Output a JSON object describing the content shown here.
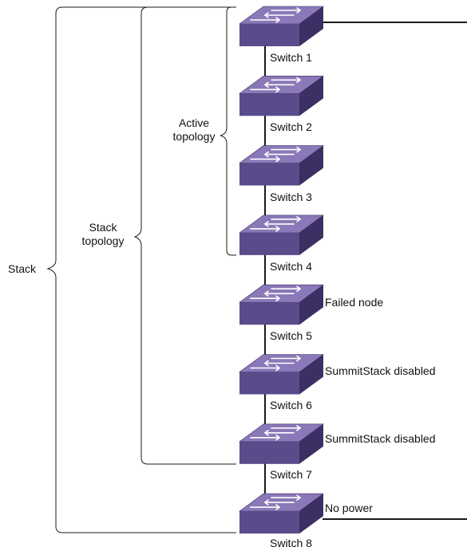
{
  "groups": {
    "active": {
      "line1": "Active",
      "line2": "topology"
    },
    "stack_topology": {
      "line1": "Stack",
      "line2": "topology"
    },
    "stack": {
      "label": "Stack"
    }
  },
  "switches": [
    {
      "name": "Switch 1",
      "status": ""
    },
    {
      "name": "Switch 2",
      "status": ""
    },
    {
      "name": "Switch 3",
      "status": ""
    },
    {
      "name": "Switch 4",
      "status": ""
    },
    {
      "name": "Switch 5",
      "status": "Failed node"
    },
    {
      "name": "Switch 6",
      "status": "SummitStack disabled"
    },
    {
      "name": "Switch 7",
      "status": "SummitStack disabled"
    },
    {
      "name": "Switch 8",
      "status": "No power"
    }
  ],
  "colors": {
    "switch_top": "#8a78b8",
    "switch_front": "#5a4b8a",
    "switch_side": "#3b2f63",
    "arrow": "#ffffff",
    "line": "#1a1a1a"
  }
}
